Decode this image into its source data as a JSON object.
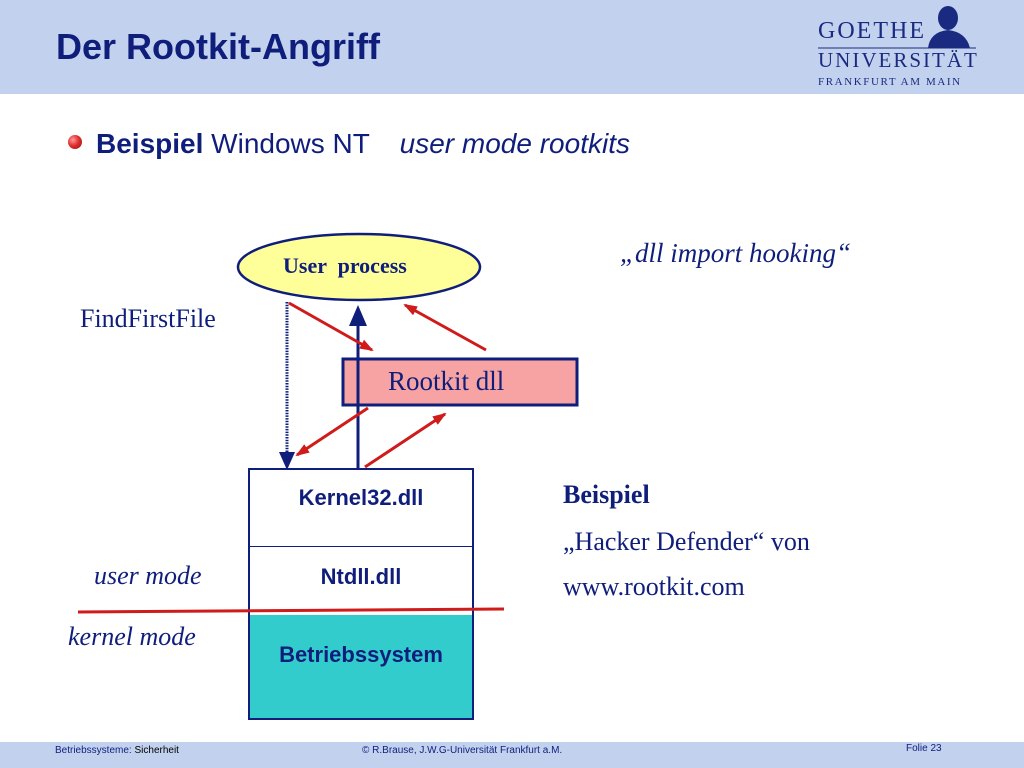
{
  "slide": {
    "title": "Der Rootkit-Angriff",
    "bullet": {
      "bold": "Beispiel",
      "normal": "Windows NT",
      "italic": "user mode rootkits"
    }
  },
  "logo": {
    "line1": "GOETHE",
    "line2": "UNIVERSITÄT",
    "line3": "FRANKFURT AM MAIN"
  },
  "diagram": {
    "user_process": "User  process",
    "find_first_file": "FindFirstFile",
    "rootkit_dll": "Rootkit dll",
    "dll_hooking": "„dll import hooking“",
    "kernel32": "Kernel32.dll",
    "ntdll": "Ntdll.dll",
    "os": "Betriebssystem",
    "user_mode": "user mode",
    "kernel_mode": "kernel mode"
  },
  "example": {
    "heading": "Beispiel",
    "line1": "„Hacker Defender“ von",
    "line2": "www.rootkit.com"
  },
  "footer": {
    "course": "Betriebssysteme: ",
    "topic": "Sicherheit",
    "copyright": "© R.Brause, J.W.G-Universität Frankfurt a.M.",
    "slide_no": "Folie 23"
  },
  "colors": {
    "header_bg": "#c2d1ee",
    "navy": "#0f1e7a",
    "red": "#d01b1b",
    "rootkit_fill": "#f8a3a3",
    "ellipse_fill": "#ffff99",
    "os_fill": "#33cccc"
  }
}
